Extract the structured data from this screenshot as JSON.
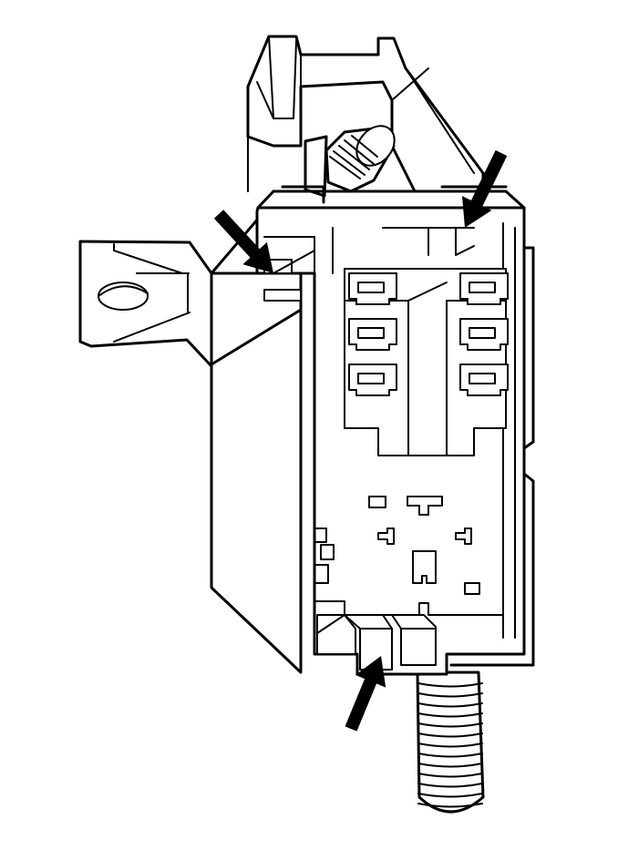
{
  "figure": {
    "background_color": "#ffffff",
    "line_color": "#000000",
    "components": {
      "main_housing": "connector-housing",
      "mounting_bracket": "mounting-tab-with-hole",
      "top_clip": "retaining-clip",
      "plunger": "plunger-pin",
      "harness": "corrugated-wire-conduit"
    },
    "terminal_rows": 3,
    "terminal_columns": 2,
    "arrow_count": 3,
    "arrows": [
      {
        "name": "left-release-tab-arrow",
        "direction": "down-right"
      },
      {
        "name": "right-release-tab-arrow",
        "direction": "down-left"
      },
      {
        "name": "bottom-release-tab-arrow",
        "direction": "up-right"
      }
    ]
  }
}
